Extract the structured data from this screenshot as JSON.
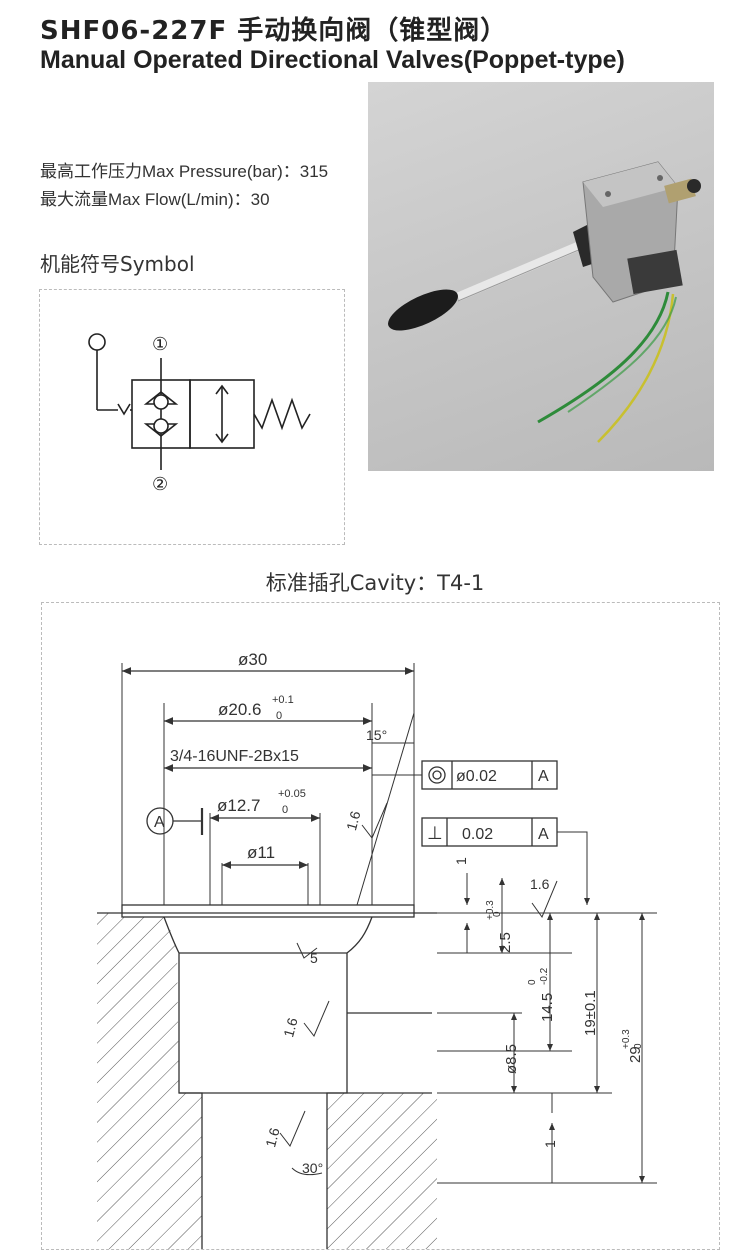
{
  "header": {
    "title_cn": "SHF06-227F  手动换向阀（锥型阀）",
    "title_en": "Manual Operated Directional Valves(Poppet-type)"
  },
  "specs": {
    "max_pressure": "最高工作压力Max Pressure(bar)：315",
    "max_flow": "最大流量Max Flow(L/min)：30"
  },
  "symbol": {
    "label": "机能符号Symbol",
    "port1": "①",
    "port2": "②"
  },
  "cavity": {
    "label": "标准插孔Cavity：T4-1"
  },
  "drawing": {
    "dim_d30": "ø30",
    "dim_d20_6": "ø20.6",
    "tol_d20_6_upper": "+0.1",
    "tol_d20_6_lower": "0",
    "thread": "3/4-16UNF-2Bx15",
    "angle_15": "15°",
    "datum_a": "A",
    "dim_d12_7": "ø12.7",
    "tol_d12_7_upper": "+0.05",
    "tol_d12_7_lower": "0",
    "dim_d11": "ø11",
    "concentricity_value": "ø0.02",
    "concentricity_datum": "A",
    "perpendicularity_symbol": "⊥",
    "perpendicularity_value": "0.02",
    "perpendicularity_datum": "A",
    "roughness": "1.6",
    "dim_1_top": "1",
    "dim_2_5": "2.5",
    "tol_2_5": "+0.3",
    "tol_2_5_lower": "0",
    "dim_14_5": "14.5",
    "tol_14_5_upper": "0",
    "tol_14_5_lower": "-0.2",
    "dim_19": "19±0.1",
    "dim_29": "29",
    "tol_29_upper": "+0.3",
    "tol_29_lower": "0",
    "dim_d8_5": "ø8.5",
    "dim_1_bottom": "1",
    "angle_30": "30°",
    "chamfer_5": "5"
  }
}
